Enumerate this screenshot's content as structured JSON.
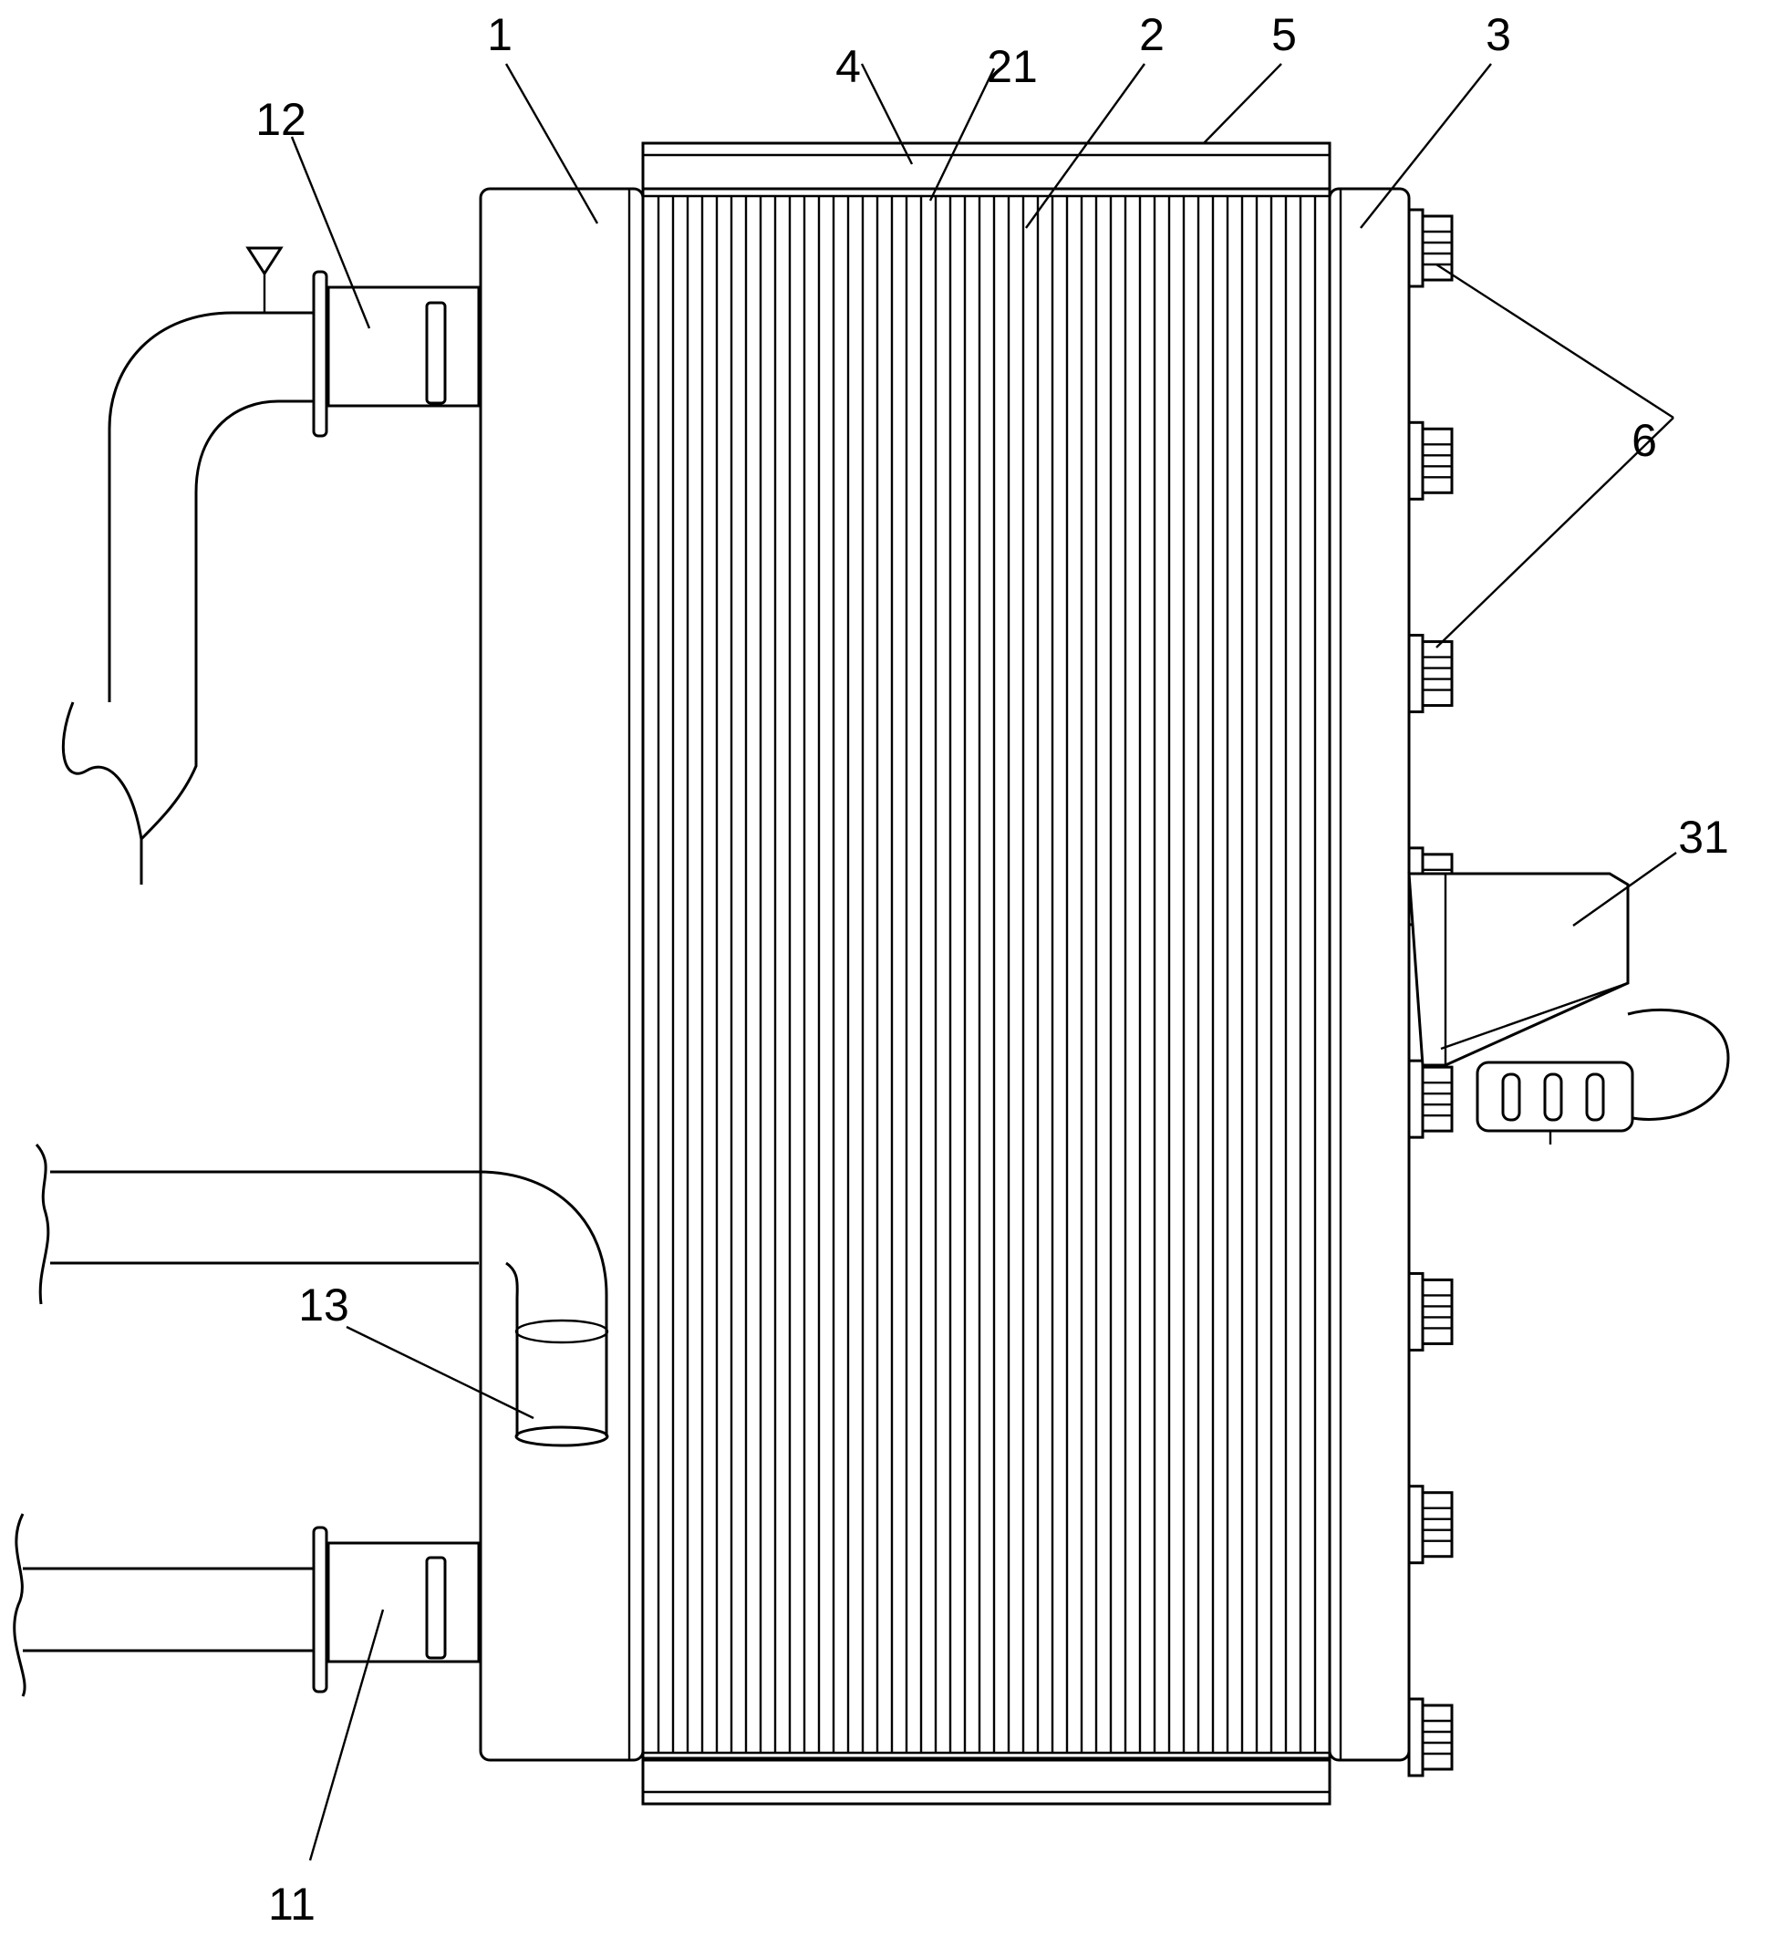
{
  "labels": {
    "body1": "1",
    "core2": "2",
    "body3": "3",
    "plate4": "4",
    "plate5": "5",
    "bolts6": "6",
    "inlet11": "11",
    "outlet12": "12",
    "elbow13": "13",
    "fins21": "21",
    "box31": "31"
  },
  "fins": {
    "count": 46
  },
  "bolts": {
    "count": 8
  }
}
